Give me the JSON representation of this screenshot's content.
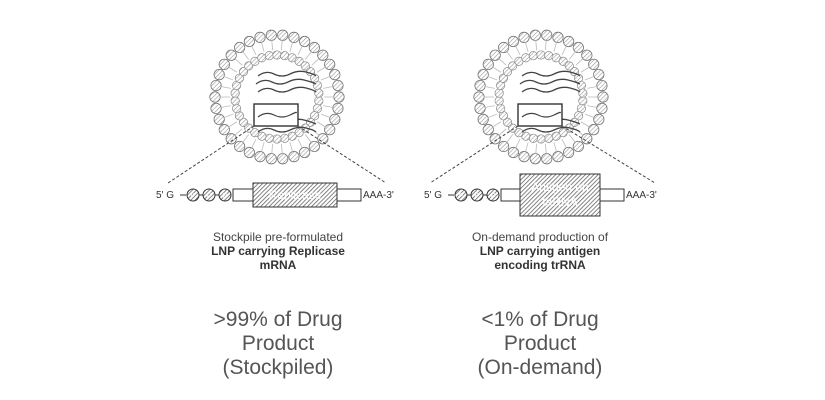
{
  "panels": [
    {
      "construct": {
        "five_prime": "5' G",
        "p_labels": [
          "P",
          "P",
          "P"
        ],
        "payload": "Replicase",
        "tail": "AAA-3'"
      },
      "caption": {
        "line1": "Stockpile pre-formulated",
        "line2": "LNP carrying Replicase",
        "line3": "mRNA"
      },
      "share": {
        "line1": ">99% of Drug",
        "line2": "Product",
        "line3": "(Stockpiled)"
      }
    },
    {
      "construct": {
        "five_prime": "5' G",
        "p_labels": [
          "P",
          "P",
          "P"
        ],
        "payload_line1": "Antigen on",
        "payload_line2": "taRNA",
        "tail": "AAA-3'"
      },
      "caption": {
        "line1": "On-demand production of",
        "line2": "LNP carrying antigen",
        "line3": "encoding trRNA"
      },
      "share": {
        "line1": "<1% of Drug",
        "line2": "Product",
        "line3": "(On-demand)"
      }
    }
  ]
}
